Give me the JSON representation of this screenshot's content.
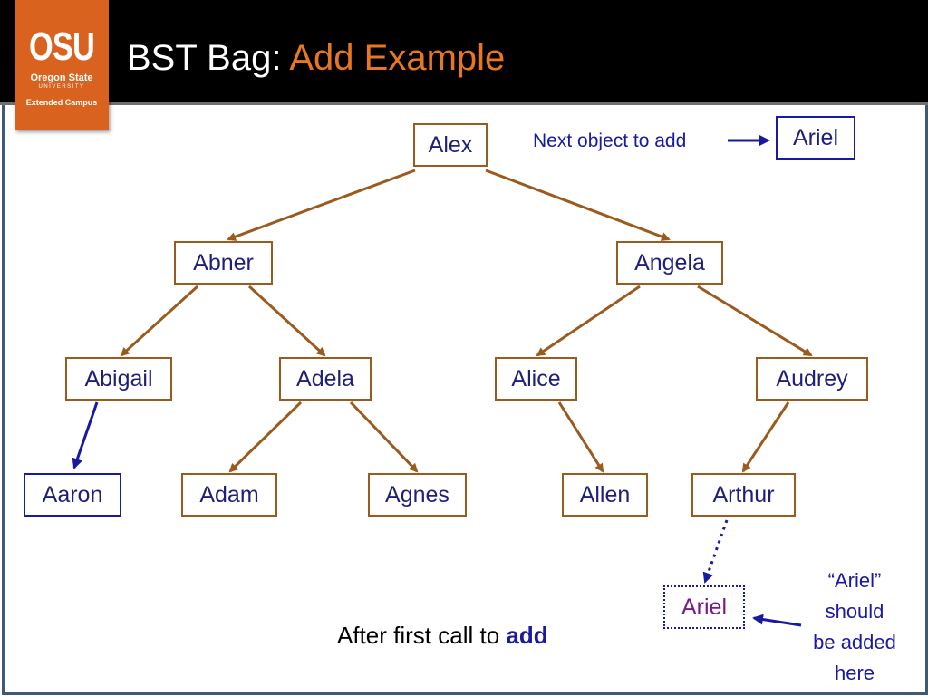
{
  "header": {
    "logo_mark": "OSU",
    "logo_name": "Oregon State",
    "logo_university": "UNIVERSITY",
    "logo_campus": "Extended Campus",
    "title_main": "BST Bag: ",
    "title_accent": "Add Example"
  },
  "tree": {
    "root": "Alex",
    "level1": {
      "left": "Abner",
      "right": "Angela"
    },
    "level2": {
      "abner_left": "Abigail",
      "abner_right": "Adela",
      "angela_left": "Alice",
      "angela_right": "Audrey"
    },
    "level3": {
      "abigail_left": "Aaron",
      "adela_left": "Adam",
      "adela_right": "Agnes",
      "alice_right": "Allen",
      "audrey_left": "Arthur"
    },
    "new_node": "Ariel"
  },
  "next_object": {
    "label": "Next object to add",
    "value": "Ariel"
  },
  "caption": {
    "text": "After first call to ",
    "bold": "add"
  },
  "note": {
    "line1": "“Ariel”",
    "line2": "should",
    "line3": "be added",
    "line4": "here"
  },
  "colors": {
    "edge": "#9b5a1e",
    "highlight": "#1a1aa0",
    "title_accent": "#e87722",
    "logo": "#d9631e",
    "new_node_text": "#7a1a8a"
  }
}
